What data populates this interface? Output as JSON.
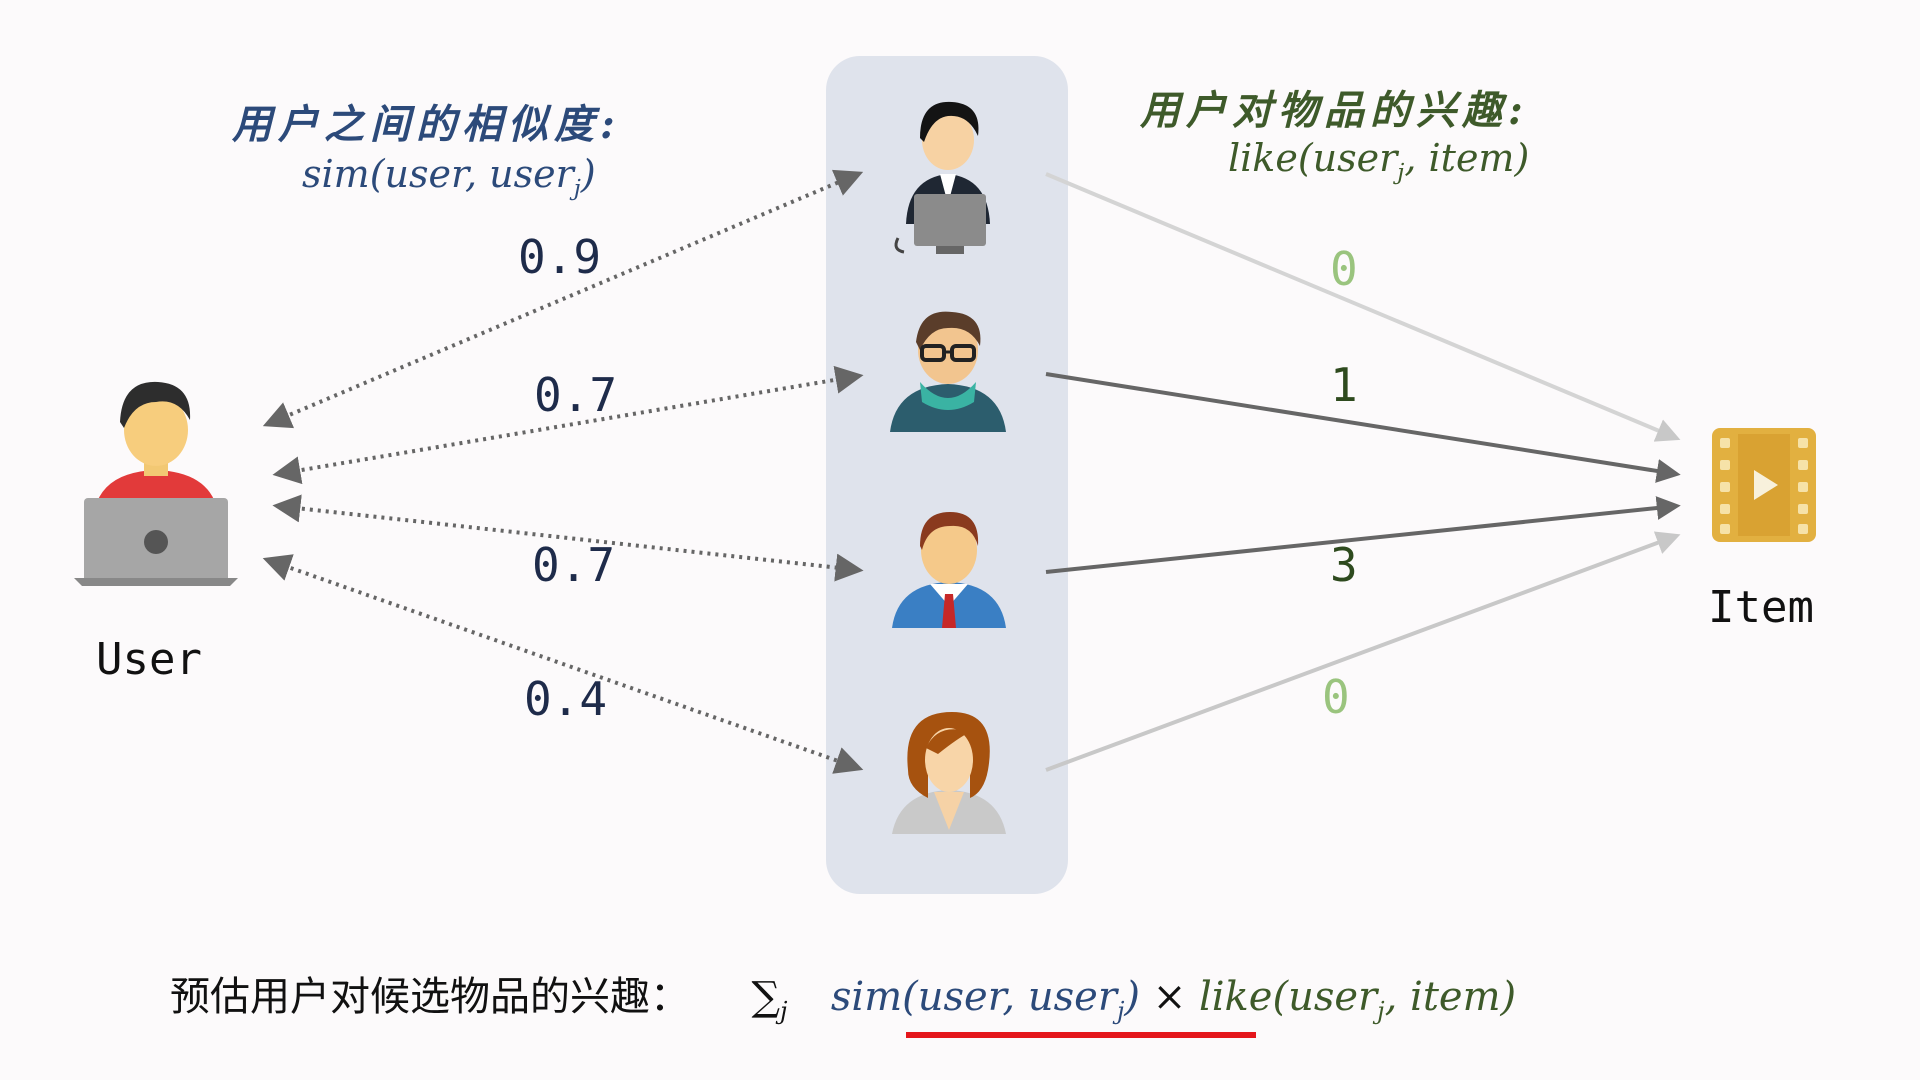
{
  "left_title": "用户之间的相似度:",
  "left_formula": {
    "prefix": "sim(user, user",
    "sub": "j",
    "suffix": ")"
  },
  "right_title": "用户对物品的兴趣:",
  "right_formula": {
    "prefix": "like(user",
    "sub": "j",
    "suffix": ", item)"
  },
  "user_label": "User",
  "item_label": "Item",
  "similarities": [
    "0.9",
    "0.7",
    "0.7",
    "0.4"
  ],
  "likes": [
    "0",
    "1",
    "3",
    "0"
  ],
  "bottom": {
    "text": "预估用户对候选物品的兴趣：",
    "sum": "∑",
    "sum_sub": "j",
    "sim_prefix": "sim(user, user",
    "sim_sub": "j",
    "sim_suffix": ")",
    "times": "×",
    "like_prefix": "like(user",
    "like_sub": "j",
    "like_suffix": ", item)"
  },
  "colors": {
    "column_bg": "#dfe3ec",
    "like_zero": "#9ac47e",
    "like_pos": "#2e4a1e",
    "underline": "#e4161b",
    "item_icon": "#e2b040"
  }
}
